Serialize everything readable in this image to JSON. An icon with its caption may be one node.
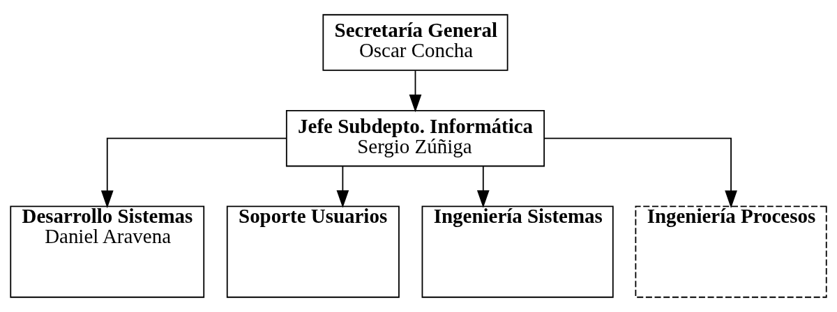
{
  "diagram": {
    "nodes": [
      {
        "text": [
          "Secretaría General",
          "Oscar Concha"
        ]
      },
      {
        "text": [
          "Jefe Subdepto. Informática",
          "Sergio Zúñiga"
        ]
      },
      {
        "text": [
          "Desarrollo Sistemas",
          "Daniel Aravena"
        ]
      },
      {
        "text": [
          "Soporte Usuarios"
        ]
      },
      {
        "text": [
          "Ingeniería Sistemas"
        ]
      },
      {
        "text": [
          "Ingeniería Procesos"
        ]
      }
    ],
    "edges": [
      {
        "from": 0,
        "to": 1,
        "arrow": "to"
      },
      {
        "from": 1,
        "to": 2,
        "arrow": "to"
      },
      {
        "from": 1,
        "to": 3,
        "arrow": "to"
      },
      {
        "from": 1,
        "to": 4,
        "arrow": "to"
      },
      {
        "from": 1,
        "to": 5,
        "arrow": "to"
      }
    ]
  }
}
